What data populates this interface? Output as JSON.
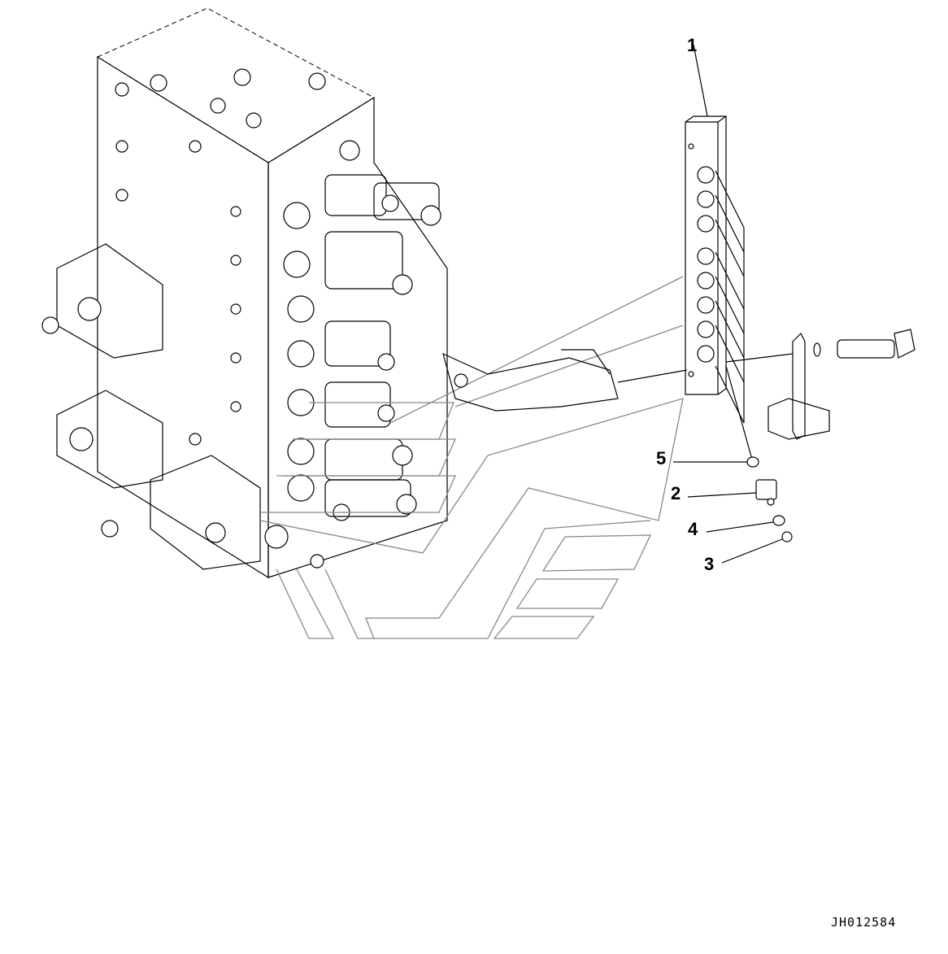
{
  "diagram": {
    "drawing_code": "JH012584",
    "callouts": [
      {
        "id": "1",
        "label": "1",
        "part": "manifold-block"
      },
      {
        "id": "2",
        "label": "2",
        "part": "fitting"
      },
      {
        "id": "3",
        "label": "3",
        "part": "o-ring-small"
      },
      {
        "id": "4",
        "label": "4",
        "part": "o-ring"
      },
      {
        "id": "5",
        "label": "5",
        "part": "o-ring-large"
      }
    ]
  }
}
